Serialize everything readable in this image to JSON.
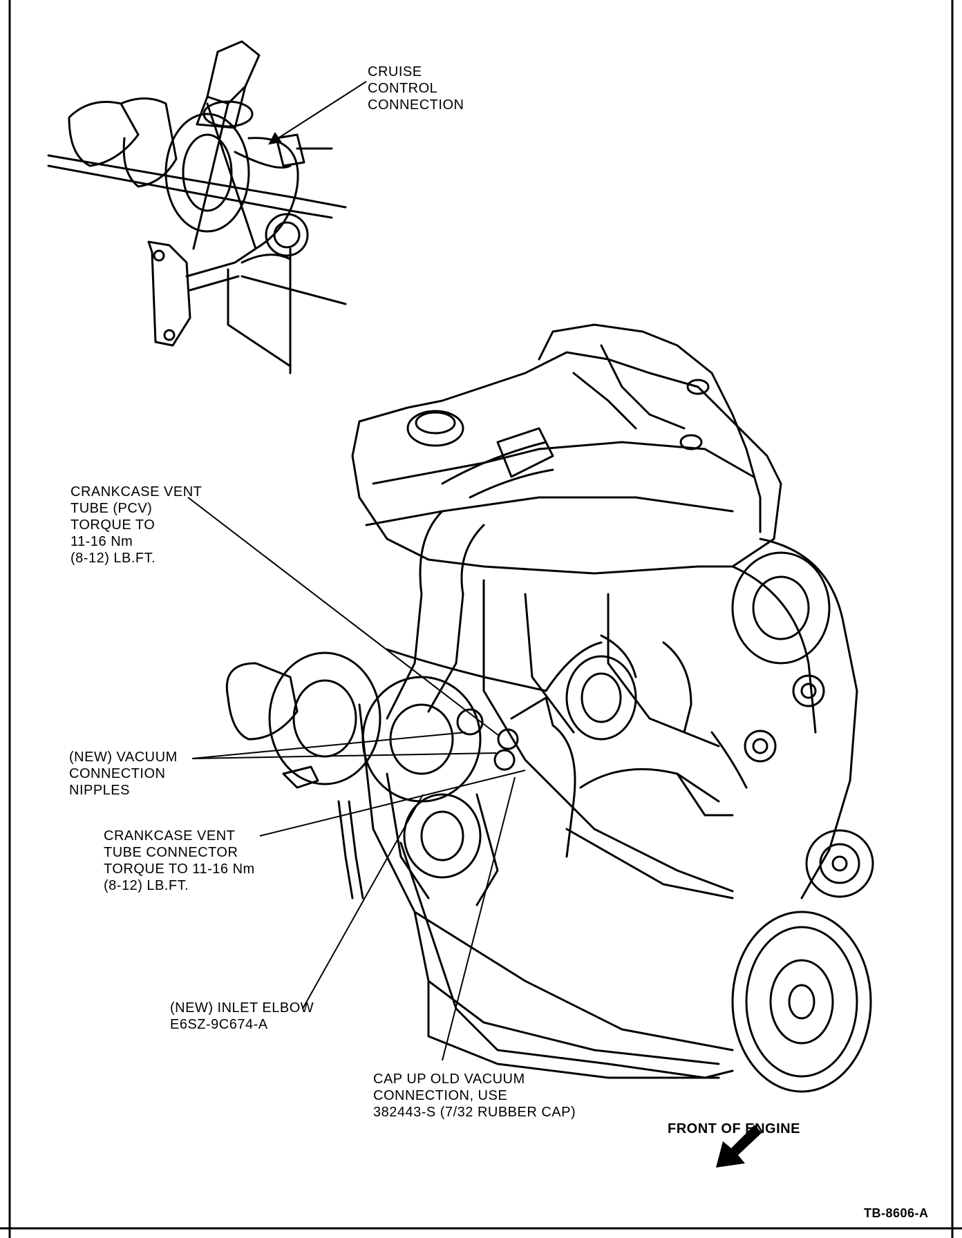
{
  "labels": {
    "cruise": [
      "CRUISE",
      "CONTROL",
      "CONNECTION"
    ],
    "pcv_tube": [
      "CRANKCASE VENT",
      "TUBE (PCV)",
      "TORQUE TO",
      "11-16 Nm",
      "(8-12) LB.FT."
    ],
    "vacuum_nipples": [
      "(NEW) VACUUM",
      "CONNECTION",
      "NIPPLES"
    ],
    "tube_connector": [
      "CRANKCASE VENT",
      "TUBE CONNECTOR",
      "TORQUE TO 11-16 Nm",
      "(8-12) LB.FT."
    ],
    "inlet_elbow": [
      "(NEW) INLET ELBOW",
      "E6SZ-9C674-A"
    ],
    "cap_vacuum": [
      "CAP UP OLD VACUUM",
      "CONNECTION, USE",
      "382443-S (7/32 RUBBER CAP)"
    ],
    "front_of_engine": "FRONT OF ENGINE",
    "figure_id": "TB-8606-A"
  },
  "icons": {
    "front_arrow": "arrow-down-left-icon"
  }
}
